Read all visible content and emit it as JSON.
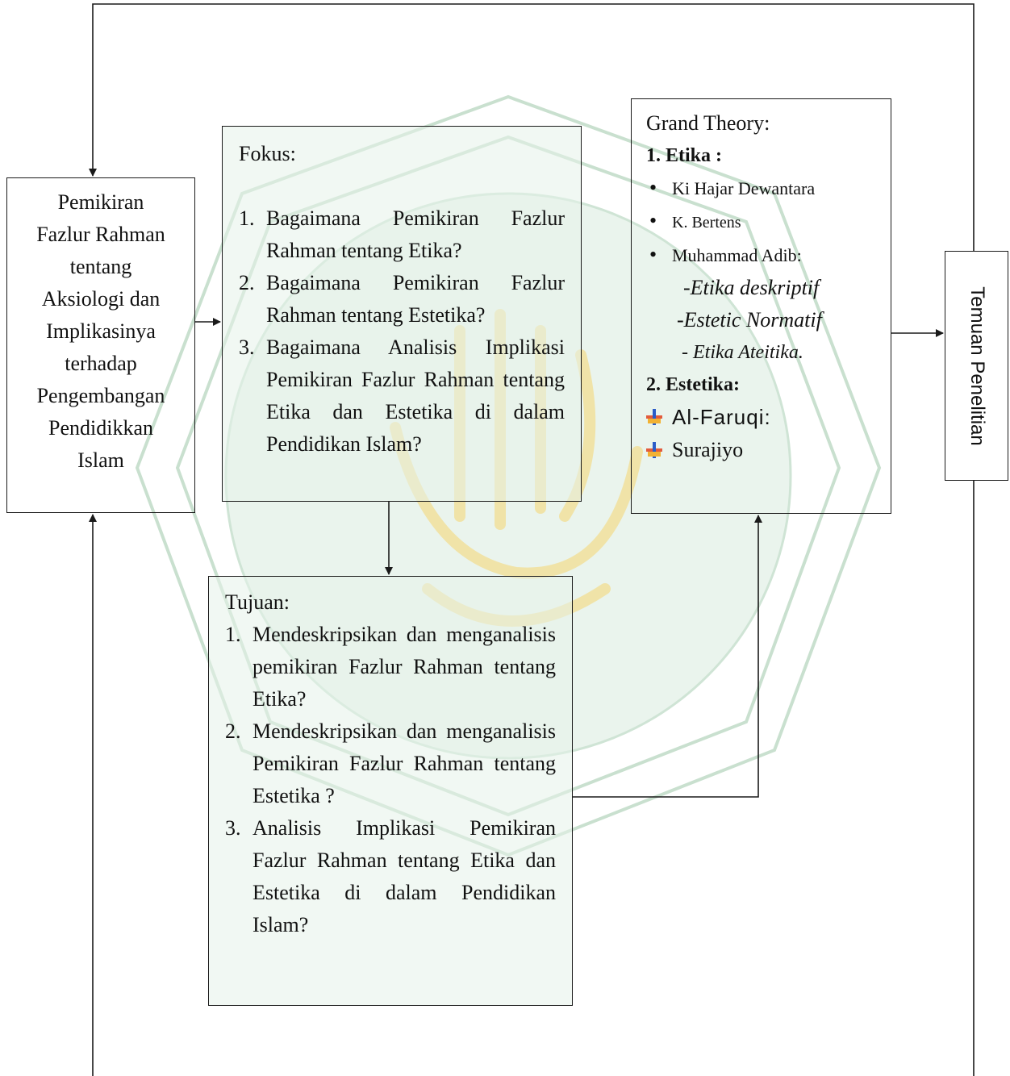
{
  "boxes": {
    "input": {
      "text": [
        "Pemikiran",
        "Fazlur Rahman",
        "tentang",
        "Aksiologi dan",
        "Implikasinya",
        "terhadap",
        "Pengembangan",
        "Pendidikkan",
        "Islam"
      ]
    },
    "fokus": {
      "heading": "Fokus:",
      "items": [
        {
          "num": "1.",
          "text": "Bagaimana Pemikiran Fazlur Rahman tentang Etika?"
        },
        {
          "num": "2.",
          "text": "Bagaimana Pemikiran Fazlur Rahman tentang Estetika?"
        },
        {
          "num": "3.",
          "text": "Bagaimana Analisis Implikasi Pemikiran Fazlur Rahman tentang Etika dan Estetika di dalam Pendidikan Islam?"
        }
      ]
    },
    "grand_theory": {
      "heading": "Grand Theory:",
      "section1": "1. Etika :",
      "bullets": [
        "Ki Hajar Dewantara",
        "K. Bertens",
        "Muhammad Adib:"
      ],
      "sub_items": [
        "-Etika deskriptif",
        "-Estetic Normatif",
        "- Etika Ateitika."
      ],
      "section2": "2. Estetika:",
      "icon_items": [
        "Al-Faruqi:",
        "Surajiyo"
      ]
    },
    "tujuan": {
      "heading": "Tujuan:",
      "items": [
        {
          "num": "1.",
          "text": "Mendeskripsikan dan menganalisis pemikiran Fazlur Rahman tentang Etika?"
        },
        {
          "num": "2.",
          "text": "Mendeskripsikan dan menganalisis Pemikiran Fazlur Rahman tentang Estetika ?"
        },
        {
          "num": "3.",
          "text": "Analisis Implikasi Pemikiran Fazlur Rahman tentang Etika dan Estetika di dalam Pendidikan Islam?"
        }
      ]
    },
    "temuan": {
      "label": "Temuan Penelitian"
    }
  },
  "colors": {
    "line": "#1a1a1a",
    "watermark_green": "#d6ecdc",
    "watermark_yellow": "#f1e3a0"
  },
  "icons": {
    "bullet": "filled-circle",
    "list_marker": "colored-arrow-bullet-icon"
  }
}
